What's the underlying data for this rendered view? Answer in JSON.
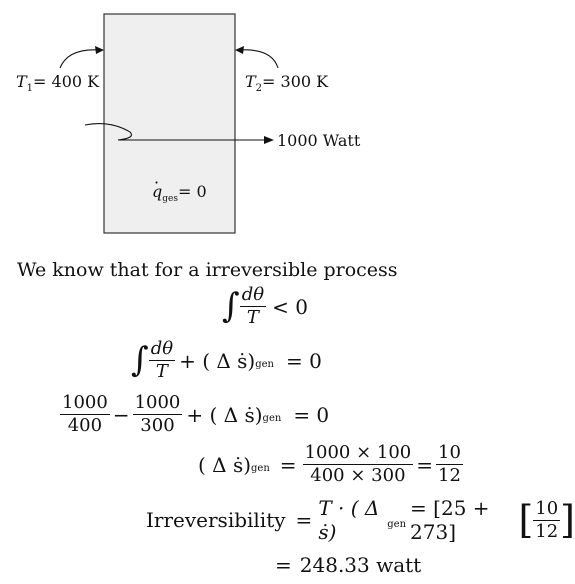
{
  "diagram": {
    "t1_label": "T",
    "t1_sub": "1",
    "t1_value": "= 400 K",
    "t2_label": "T",
    "t2_sub": "2",
    "t2_value": "= 300 K",
    "power_label": "1000 Watt",
    "q_label": "q",
    "q_sub": "ges",
    "q_value": "= 0"
  },
  "text": {
    "intro": "We know that for a irreversible process"
  },
  "equations": {
    "eq1": {
      "num": "dθ",
      "den": "T",
      "rel": "< 0"
    },
    "eq2": {
      "num": "dθ",
      "den": "T",
      "plus": "+ ( Δ ṡ)",
      "sub": "gen",
      "rel": "= 0"
    },
    "eq3": {
      "a_num": "1000",
      "a_den": "400",
      "minus": "−",
      "b_num": "1000",
      "b_den": "300",
      "plus": "+ ( Δ ṡ)",
      "sub": "gen",
      "rel": "= 0"
    },
    "eq4": {
      "lhs": "( Δ ṡ)",
      "sub": "gen",
      "rel": "=",
      "f1_num": "1000 × 100",
      "f1_den": "400 × 300",
      "eq": "=",
      "f2_num": "10",
      "f2_den": "12"
    },
    "eq5": {
      "label": "Irreversibility",
      "rel": "=",
      "expr": "T · ( Δ ṡ)",
      "sub": "gen",
      "eq": "= [25 + 273]",
      "f_num": "10",
      "f_den": "12"
    },
    "eq6": {
      "rel": "=",
      "value": "248.33 watt"
    }
  }
}
